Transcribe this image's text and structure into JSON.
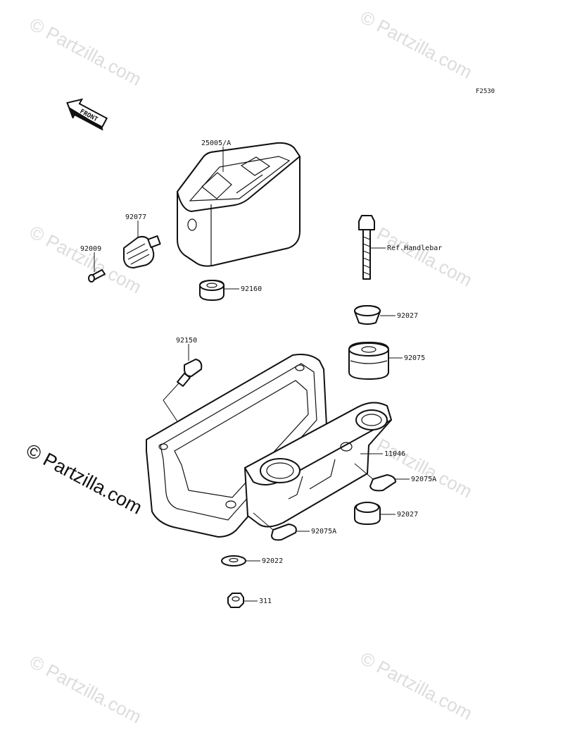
{
  "diagram_code": "F2530",
  "front_label": "FRONT",
  "watermark": {
    "text": "© Partzilla.com",
    "small_text": "© Partzilla.com"
  },
  "parts": {
    "meter_cover": "25005/A",
    "knob": "92077",
    "screw": "92009",
    "grommet_top": "92160",
    "bolt_ref": "Ref.Handlebar",
    "collar_top": "92027",
    "damper_large": "92075",
    "bolt_small": "92150",
    "bracket": "11046",
    "damper_right": "92075A",
    "collar_bottom": "92027",
    "damper_left": "92075A",
    "washer": "92022",
    "nut": "311"
  },
  "colors": {
    "line": "#111111",
    "watermark": "#dcdcdc",
    "background": "#ffffff"
  }
}
